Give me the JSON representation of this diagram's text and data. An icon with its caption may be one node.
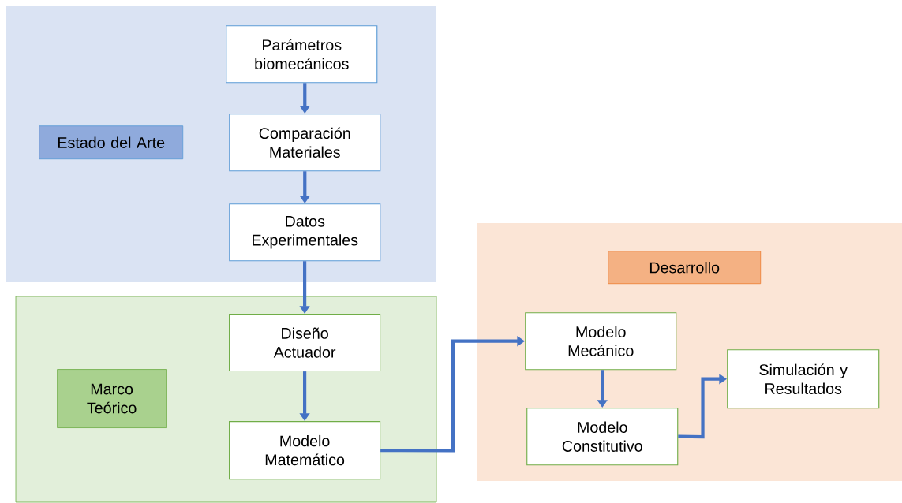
{
  "diagram": {
    "nodes": [
      {
        "text": [],
        "shape": "box"
      },
      {
        "text": [
          "Estado del Arte"
        ],
        "in": 0
      },
      {
        "text": [
          "Parámetros biomecánicos"
        ],
        "in": 0
      },
      {
        "text": [
          "Comparación Materiales"
        ],
        "in": 0
      },
      {
        "text": [
          "Datos Experimentales"
        ],
        "in": 0
      },
      {
        "text": [],
        "shape": "box"
      },
      {
        "text": [
          "Marco Teórico"
        ],
        "in": 5
      },
      {
        "text": [
          "Diseño Actuador"
        ],
        "in": 5
      },
      {
        "text": [
          "Modelo Matemático"
        ],
        "in": 5
      },
      {
        "text": [],
        "shape": "box"
      },
      {
        "text": [
          "Desarrollo"
        ],
        "in": 9
      },
      {
        "text": [
          "Modelo Mecánico"
        ],
        "in": 9
      },
      {
        "text": [
          "Modelo Constitutivo"
        ],
        "in": 9
      },
      {
        "text": [
          "Simulación y Resultados"
        ],
        "in": 9
      }
    ],
    "edges": [
      {
        "from": 2,
        "to": 3,
        "arrow": "to"
      },
      {
        "from": 3,
        "to": 4,
        "arrow": "to"
      },
      {
        "from": 4,
        "to": 7,
        "arrow": "to"
      },
      {
        "from": 7,
        "to": 8,
        "arrow": "to"
      },
      {
        "from": 8,
        "to": 11,
        "arrow": "to"
      },
      {
        "from": 11,
        "to": 12,
        "arrow": "to"
      },
      {
        "from": 12,
        "to": 13,
        "arrow": "to"
      }
    ]
  }
}
